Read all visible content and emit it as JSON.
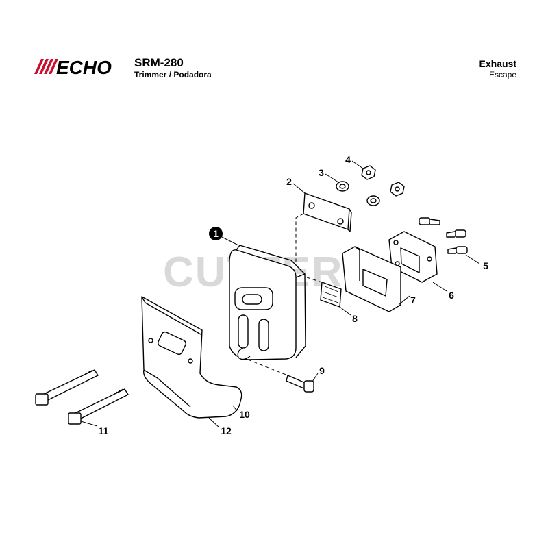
{
  "header": {
    "brand": "ECHO",
    "model": "SRM-280",
    "model_subtitle": "Trimmer / Podadora",
    "section_title": "Exhaust",
    "section_subtitle": "Escape"
  },
  "watermark": "CUTTERS",
  "callouts": {
    "c1": "1",
    "c2": "2",
    "c3": "3",
    "c4": "4",
    "c5": "5",
    "c6": "6",
    "c7": "7",
    "c8": "8",
    "c9": "9",
    "c10": "10",
    "c11": "11",
    "c12": "12"
  },
  "colors": {
    "brand": "#c8102e",
    "line": "#000000",
    "watermark": "#d9d9d9"
  }
}
